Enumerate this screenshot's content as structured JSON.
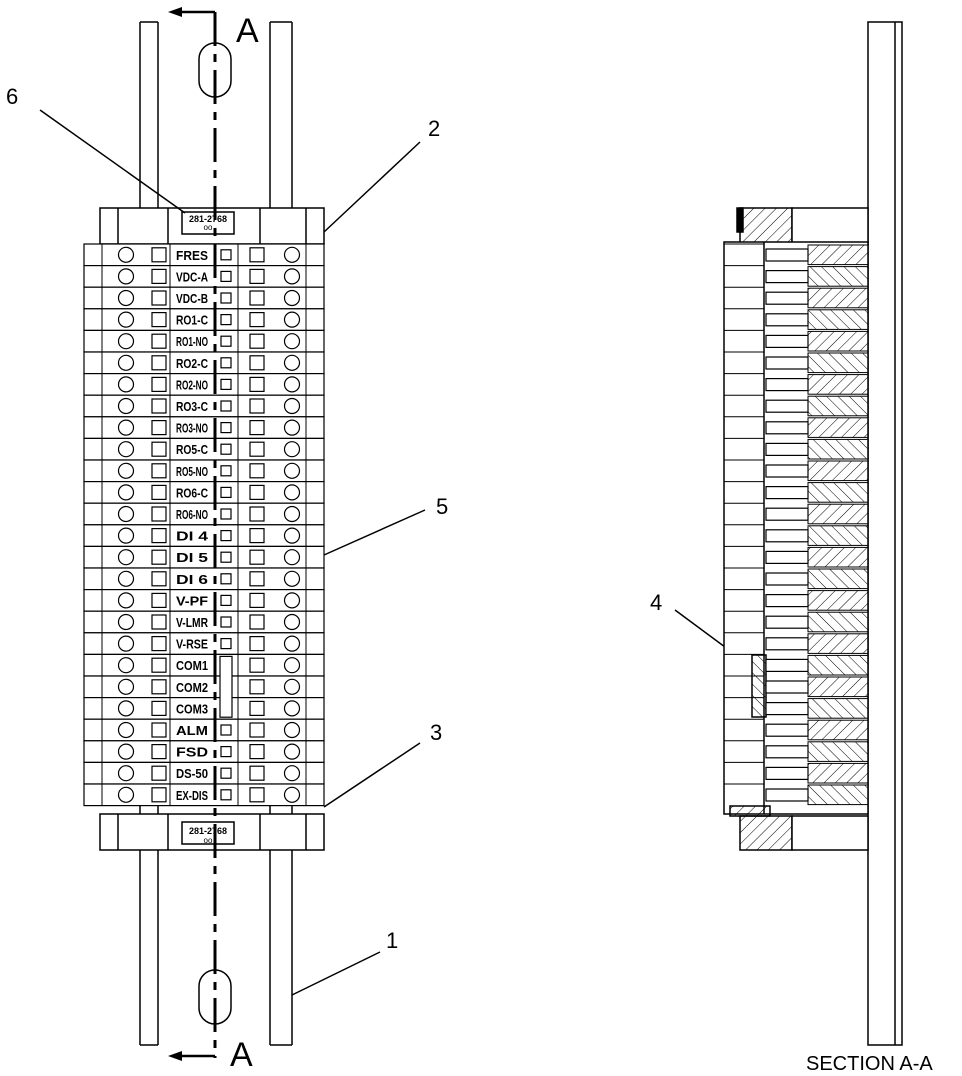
{
  "section_letter": "A",
  "section_title": "SECTION A-A",
  "part_number": "281-2768",
  "callouts": [
    "1",
    "2",
    "3",
    "4",
    "5",
    "6"
  ],
  "terminals": [
    "FRES",
    "VDC-A",
    "VDC-B",
    "RO1-C",
    "RO1-NO",
    "RO2-C",
    "RO2-NO",
    "RO3-C",
    "RO3-NO",
    "RO5-C",
    "RO5-NO",
    "RO6-C",
    "RO6-NO",
    "DI 4",
    "DI 5",
    "DI 6",
    "V-PF",
    "V-LMR",
    "V-RSE",
    "COM1",
    "COM2",
    "COM3",
    "ALM",
    "FSD",
    "DS-50",
    "EX-DIS"
  ]
}
